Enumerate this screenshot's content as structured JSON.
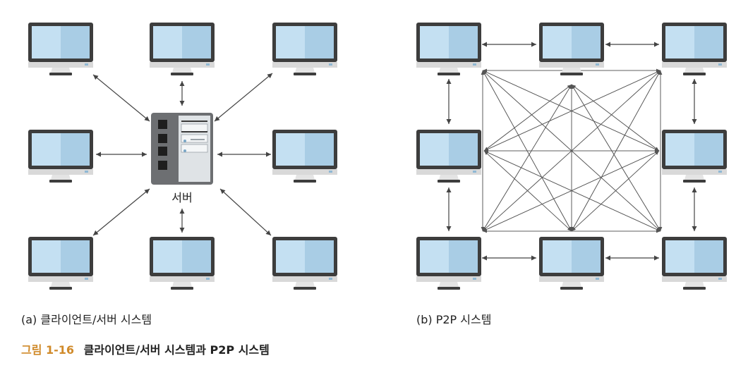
{
  "diagram_a": {
    "server_label": "서버",
    "caption": "(a) 클라이언트/서버 시스템"
  },
  "diagram_b": {
    "caption": "(b) P2P 시스템"
  },
  "figure": {
    "number": "그림 1-16",
    "title": "클라이언트/서버 시스템과 P2P 시스템"
  },
  "colors": {
    "screen_light": "#c4e0f2",
    "screen_dark": "#a9cde5",
    "bezel": "#3d3d3d",
    "stand": "#d9d9d9",
    "base": "#3d3d3d",
    "server_body": "#6d6f72",
    "line": "#555555"
  }
}
